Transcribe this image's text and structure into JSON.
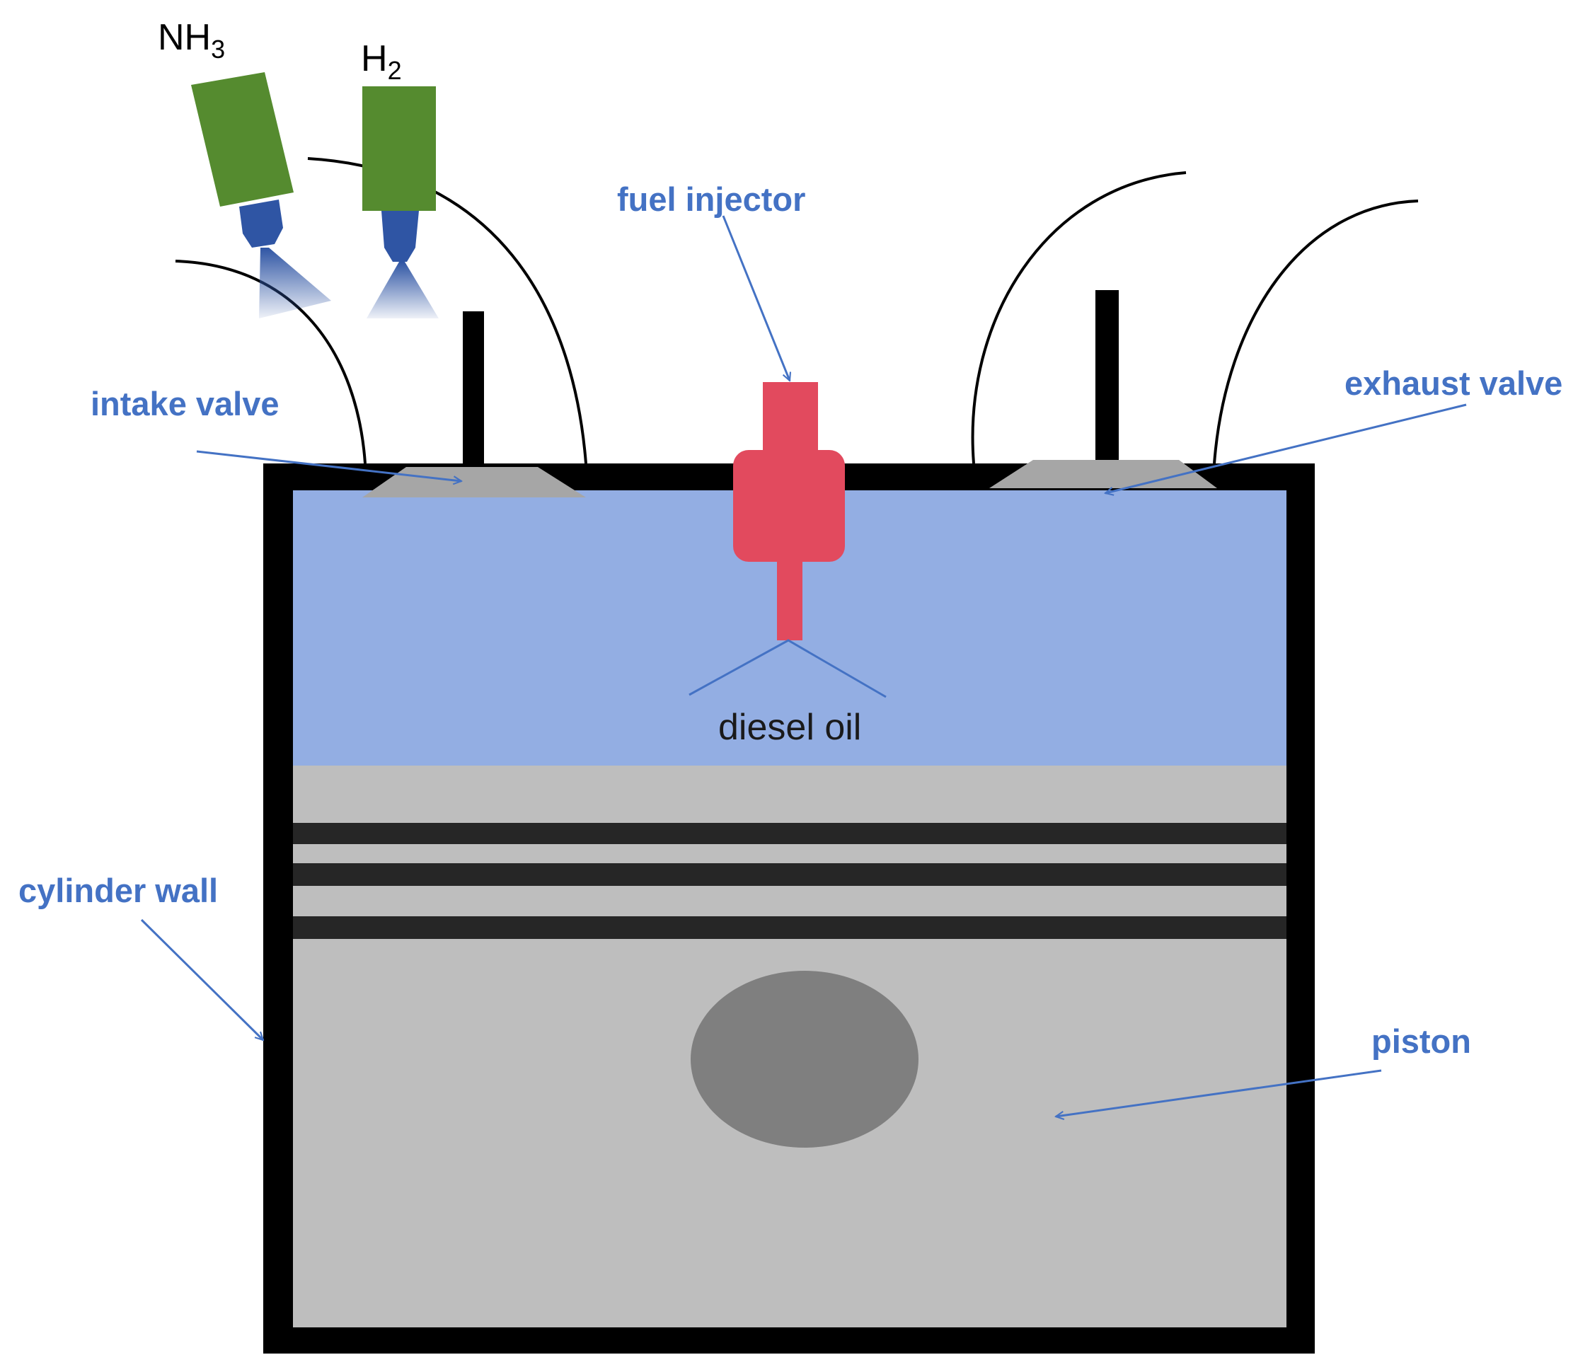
{
  "colors": {
    "label_blue": "#4472C4",
    "gas_blue": "#93AEE3",
    "piston_gray": "#BEBEBE",
    "ring_dark": "#262626",
    "pin_gray": "#7F7F7F",
    "valve_gray": "#A6A6A6",
    "injector_red": "#E24A5E",
    "gas_injector_green": "#558B2F",
    "nozzle_blue": "#2F55A4",
    "wall_black": "#000000"
  },
  "labels": {
    "fuel_injector": "fuel injector",
    "intake_valve": "intake valve",
    "exhaust_valve": "exhaust valve",
    "cylinder_wall": "cylinder wall",
    "piston": "piston",
    "diesel_oil": "diesel oil",
    "nh3_main": "NH",
    "nh3_sub": "3",
    "h2_main": "H",
    "h2_sub": "2"
  }
}
